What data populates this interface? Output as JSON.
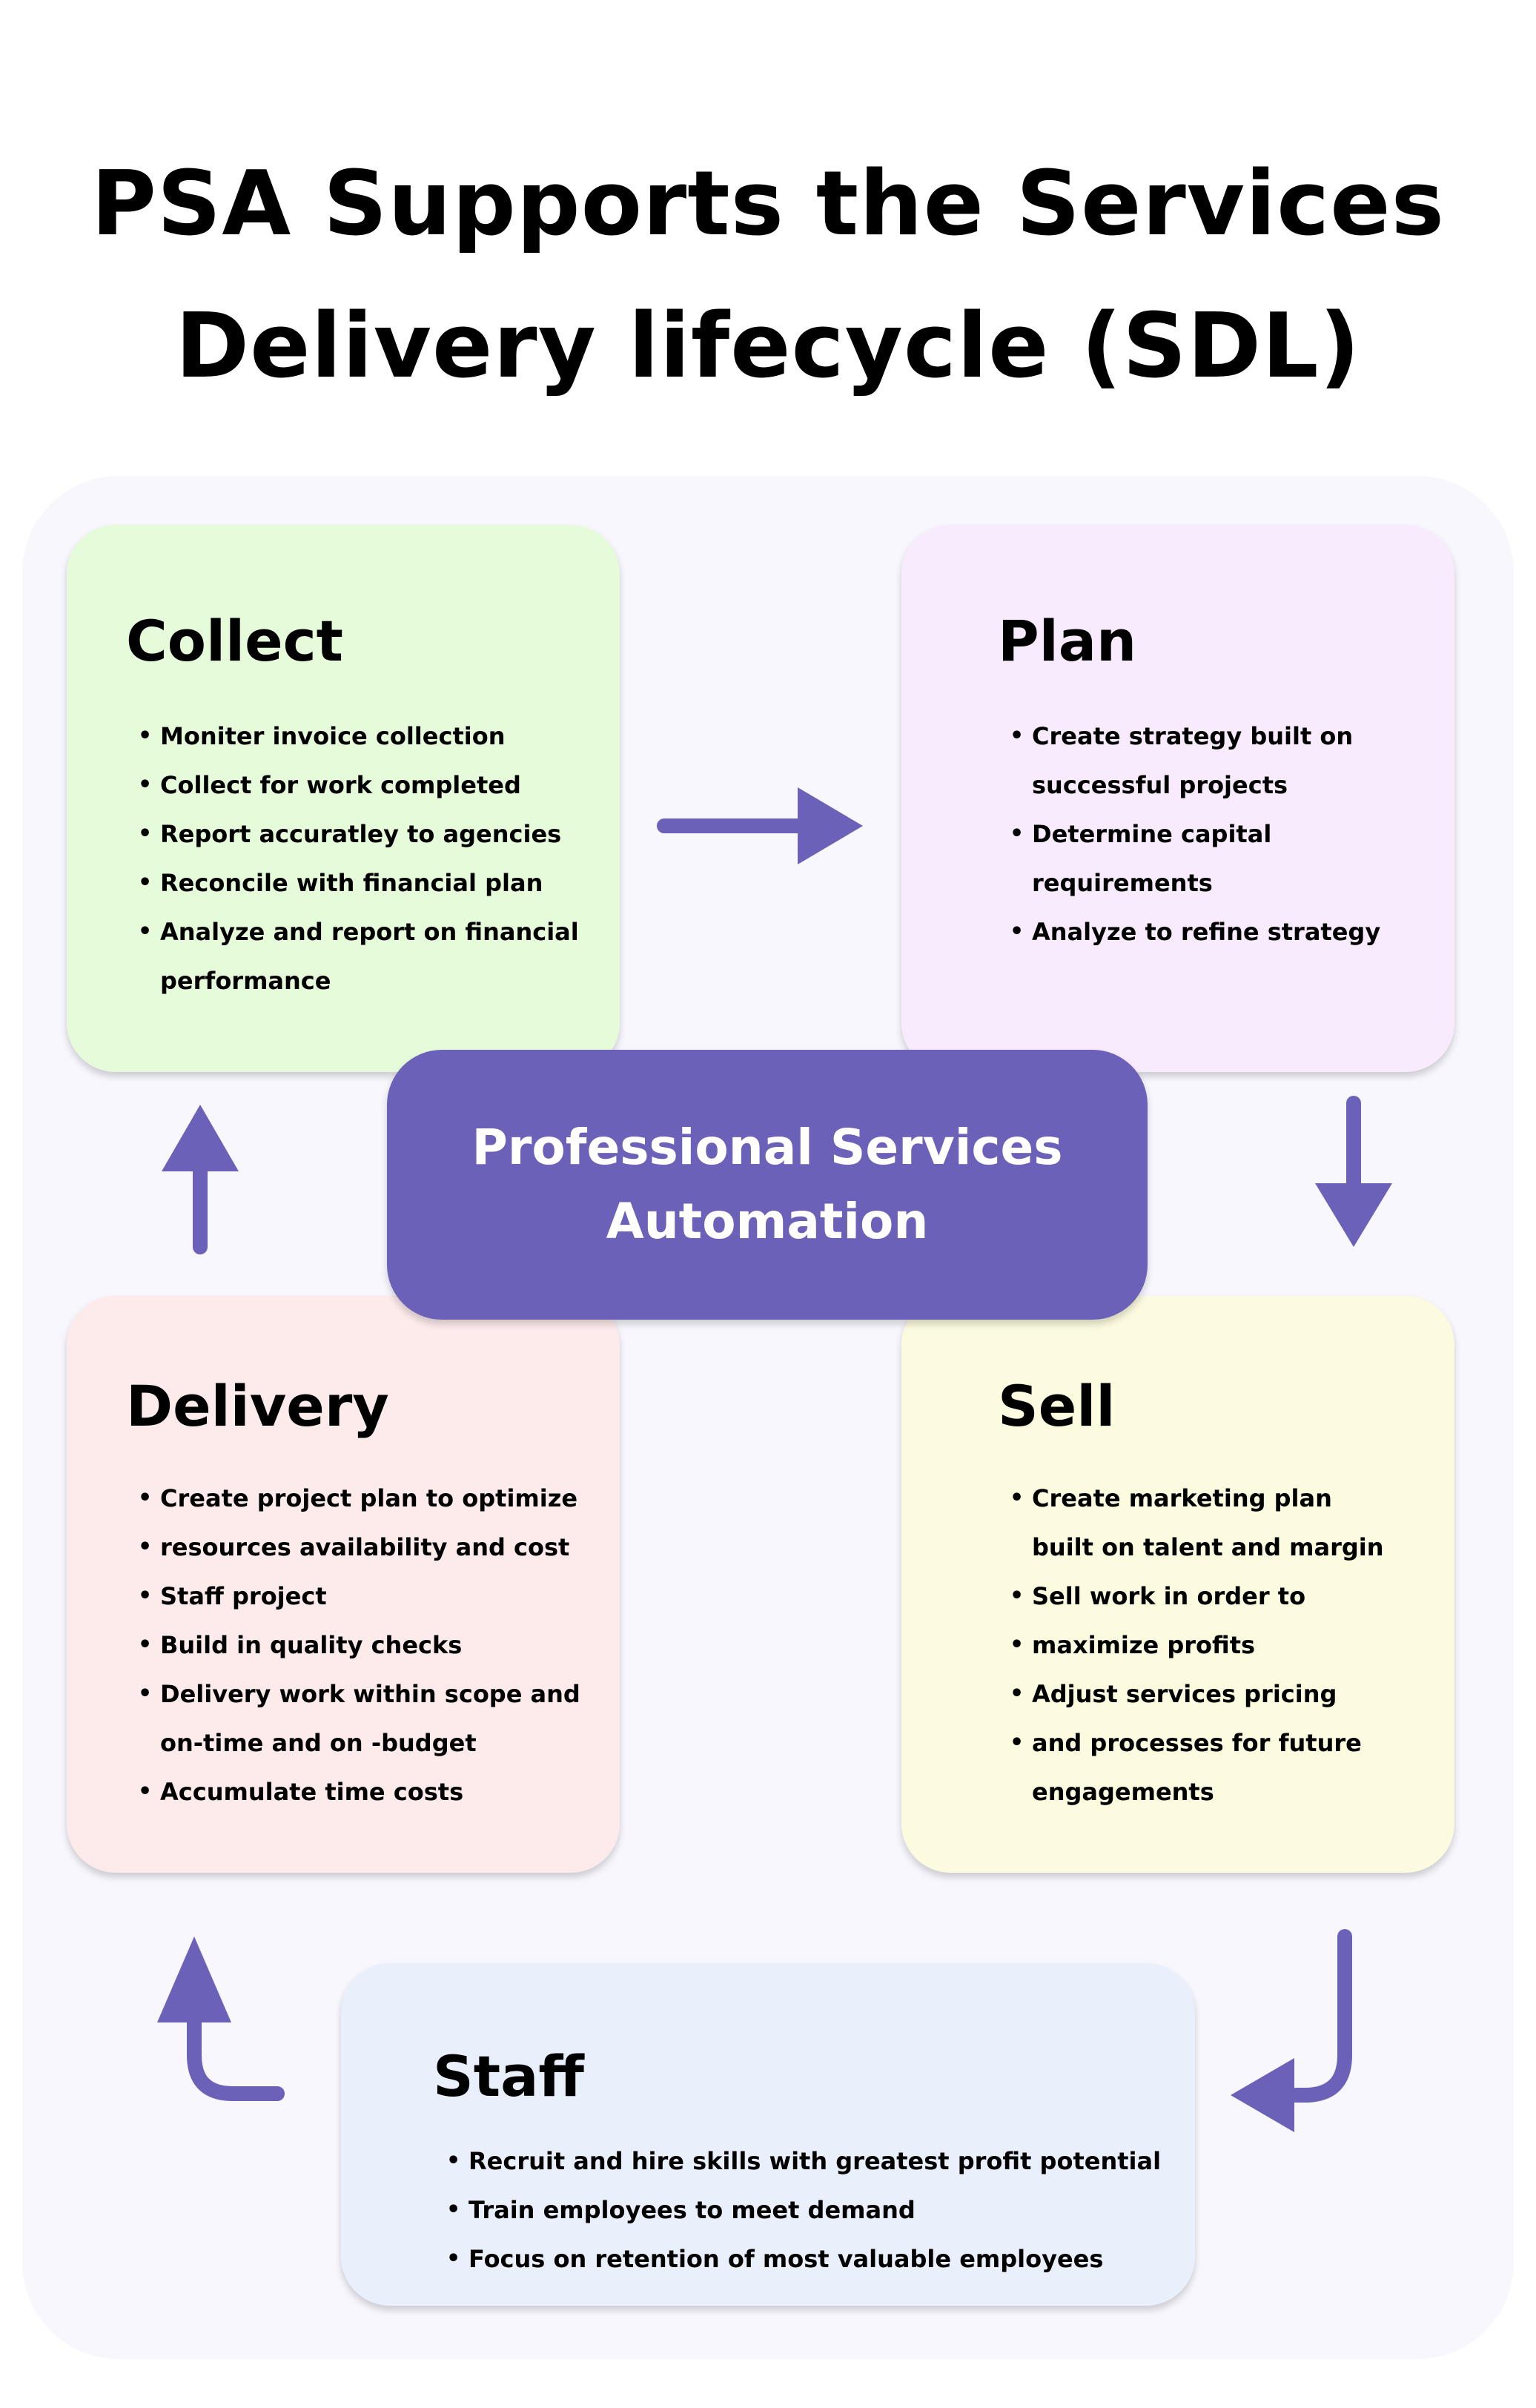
{
  "title": {
    "line1": "PSA Supports the Services",
    "line2": "Delivery lifecycle (SDL)"
  },
  "center": {
    "line1": "Professional Services",
    "line2": "Automation"
  },
  "colors": {
    "accent": "#6c61b8",
    "panel": "#f8f7fe",
    "collect": "#e6fbd9",
    "plan": "#f8ebfd",
    "delivery": "#fdeaeb",
    "sell": "#fcfbdf",
    "staff": "#eaeffc"
  },
  "stages": {
    "collect": {
      "title": "Collect",
      "items": [
        "Moniter invoice collection",
        "Collect for work completed",
        "Report accuratley to agencies",
        "Reconcile with financial plan",
        "Analyze and report on financial",
        "performance"
      ]
    },
    "plan": {
      "title": "Plan",
      "items": [
        "Create strategy built on",
        "successful projects",
        "Determine capital",
        "requirements",
        "Analyze to refine strategy"
      ]
    },
    "delivery": {
      "title": "Delivery",
      "items": [
        "Create project plan to optimize",
        "resources availability and cost",
        "Staff project",
        "Build in quality checks",
        "Delivery work within scope and",
        "on-time and on -budget",
        "Accumulate time costs"
      ]
    },
    "sell": {
      "title": "Sell",
      "items": [
        "Create marketing plan",
        "built on talent and margin",
        "Sell work in order to",
        "maximize profits",
        "Adjust services pricing",
        "and processes for future",
        "engagements"
      ]
    },
    "staff": {
      "title": "Staff",
      "items": [
        "Recruit and hire skills with greatest profit potential",
        "Train employees to meet demand",
        "Focus on retention of most valuable employees"
      ]
    }
  },
  "icons": {
    "collect_to_plan": "arrow-right-icon",
    "plan_to_sell": "arrow-down-icon",
    "sell_to_staff": "curved-arrow-down-left-icon",
    "staff_to_delivery": "curved-arrow-up-icon",
    "delivery_to_collect": "arrow-up-icon"
  }
}
